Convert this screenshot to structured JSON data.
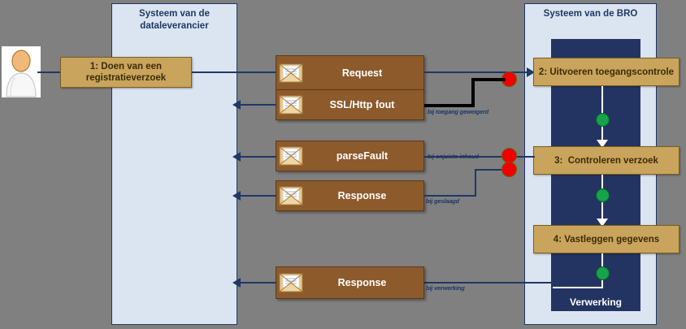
{
  "diagram": {
    "background_color": "#808080",
    "lane_fill": "#dbe5f1",
    "lane_border": "#1f3864",
    "navy_color": "#243462",
    "step_color": "#c9a45c",
    "message_color": "#8c5a2b",
    "red_dot_color": "#f00000",
    "green_dot_color": "#16a34a"
  },
  "lanes": [
    {
      "title_line1": "Systeem van de",
      "title_line2": "dataleverancier"
    },
    {
      "title_line1": "Systeem van de BRO",
      "title_line2": ""
    }
  ],
  "actor": {
    "name": "dataleverancier-actor"
  },
  "steps": [
    {
      "label": "1: Doen van een\nregistratieverzoek"
    },
    {
      "label": "2: Uitvoeren toegangscontrole"
    },
    {
      "label": "3:  Controleren verzoek"
    },
    {
      "label": "4: Vastleggen gegevens"
    }
  ],
  "process_band_label": "Verwerking",
  "messages": [
    {
      "label": "Request"
    },
    {
      "label": "SSL/Http fout"
    },
    {
      "label": "parseFault"
    },
    {
      "label": "Response"
    },
    {
      "label": "Response"
    }
  ],
  "conditions": [
    {
      "label": "bij toegang geweigerd"
    },
    {
      "label": "bij onjuiste inhoud"
    },
    {
      "label": "bij geslaagd"
    },
    {
      "label": "bij verwerking"
    }
  ]
}
